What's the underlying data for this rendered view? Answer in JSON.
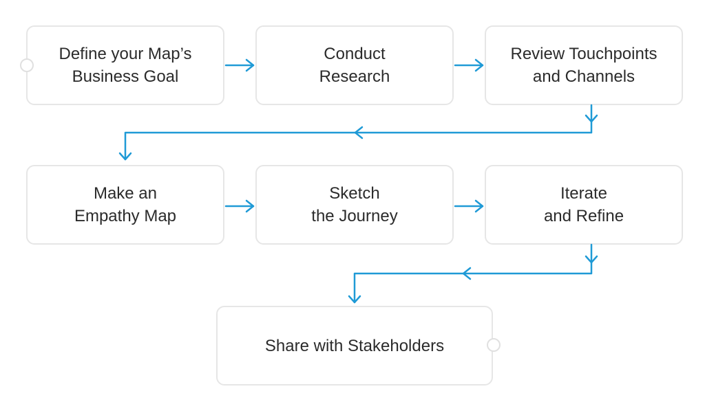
{
  "steps": [
    {
      "id": "b1",
      "label": "Define your Map’s\nBusiness Goal"
    },
    {
      "id": "b2",
      "label": "Conduct\nResearch"
    },
    {
      "id": "b3",
      "label": "Review Touchpoints\nand Channels"
    },
    {
      "id": "b4",
      "label": "Make an\nEmpathy Map"
    },
    {
      "id": "b5",
      "label": "Sketch\nthe Journey"
    },
    {
      "id": "b6",
      "label": "Iterate\nand Refine"
    },
    {
      "id": "b7",
      "label": "Share with Stakeholders"
    }
  ],
  "colors": {
    "arrow": "#1f9ad6",
    "box_border": "#e6e6e6",
    "text": "#2b2b2b"
  }
}
